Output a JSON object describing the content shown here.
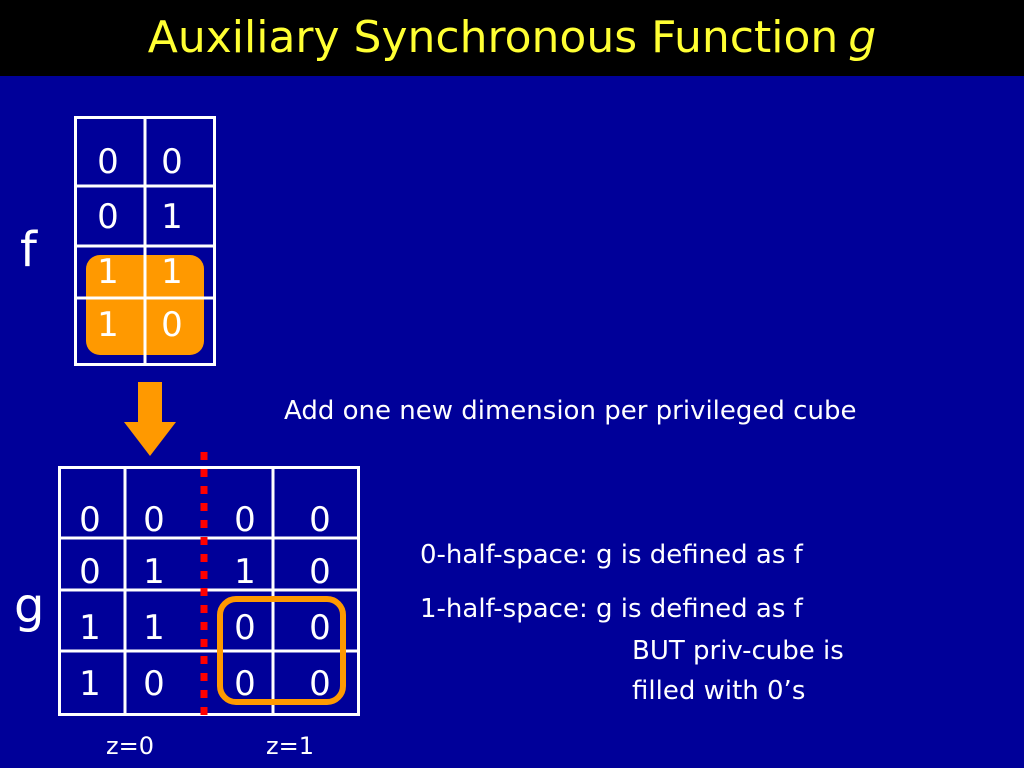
{
  "title": {
    "text": "Auxiliary Synchronous Function",
    "var": "g"
  },
  "labels": {
    "f": "f",
    "g": "g",
    "z0": "z=0",
    "z1": "z=1"
  },
  "kmap_f": {
    "cells": [
      [
        "0",
        "0"
      ],
      [
        "0",
        "1"
      ],
      [
        "1",
        "1"
      ],
      [
        "1",
        "0"
      ]
    ],
    "highlight": "rows 3-4, columns 1-2"
  },
  "kmap_g": {
    "cells": [
      [
        "0",
        "0",
        "0",
        "0"
      ],
      [
        "0",
        "1",
        "1",
        "0"
      ],
      [
        "1",
        "1",
        "0",
        "0"
      ],
      [
        "1",
        "0",
        "0",
        "0"
      ]
    ],
    "highlight": "rows 3-4, columns 3-4"
  },
  "notes": {
    "add_dimension": "Add one new dimension per privileged cube",
    "half0": "0-half-space: g is defined as f",
    "half1": "1-half-space: g is defined as f",
    "half1_line2": "BUT priv-cube is",
    "half1_line3": "filled  with 0’s"
  },
  "colors": {
    "background": "#000099",
    "title_bar": "#000000",
    "title_text": "#ffff33",
    "text": "#ffffff",
    "cube_fill": "#ff9900",
    "arrow": "#ff9900",
    "cube_outline": "#ff9900",
    "divider": "#ff0000"
  }
}
